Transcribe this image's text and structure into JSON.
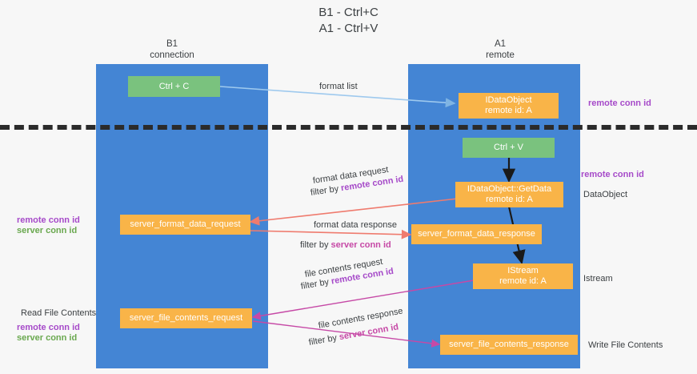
{
  "title": {
    "line1": "B1 - Ctrl+C",
    "line2": "A1 - Ctrl+V"
  },
  "lanes": [
    {
      "name": "B1",
      "sublabel": "connection",
      "color": "#4485d4"
    },
    {
      "name": "A1",
      "sublabel": "remote",
      "color": "#4485d4"
    }
  ],
  "nodes": {
    "ctrl_c": {
      "line1": "Ctrl + C",
      "line2": "",
      "color": "#7ac27e"
    },
    "ctrl_v": {
      "line1": "Ctrl + V",
      "line2": "",
      "color": "#7ac27e"
    },
    "idataobject": {
      "line1": "IDataObject",
      "line2": "remote id: A",
      "color": "#f9b448"
    },
    "getdata": {
      "line1": "IDataObject::GetData",
      "line2": "remote id: A",
      "color": "#f9b448"
    },
    "istream": {
      "line1": "IStream",
      "line2": "remote id: A",
      "color": "#f9b448"
    },
    "fmt_request": {
      "line1": "server_format_data_request",
      "line2": "",
      "color": "#f9b448"
    },
    "fmt_response": {
      "line1": "server_format_data_response",
      "line2": "",
      "color": "#f9b448"
    },
    "file_request": {
      "line1": "server_file_contents_request",
      "line2": "",
      "color": "#f9b448"
    },
    "file_response": {
      "line1": "server_file_contents_response",
      "line2": "",
      "color": "#f9b448"
    }
  },
  "edge_labels": {
    "format_list": "format list",
    "format_data_request": "format data request",
    "format_data_response": "format data response",
    "file_contents_request": "file contents request",
    "file_contents_response": "file contents response",
    "filter_by": "filter by"
  },
  "conn_ids": {
    "remote": "remote conn id",
    "server": "server conn id"
  },
  "side_labels": {
    "right_remote_top": "remote conn id",
    "right_remote_mid": "remote conn id",
    "dataobject": "DataObject",
    "istream": "Istream",
    "write_file_contents": "Write File Contents",
    "read_file_contents": "Read File Contents"
  },
  "colors": {
    "lane": "#4485d4",
    "green_node": "#7ac27e",
    "orange_node": "#f9b448",
    "purple": "#a64ac9",
    "magenta": "#c649a6",
    "green_text": "#6aa84f",
    "arrow_blue": "#9ec9ee",
    "arrow_red": "#ef7b6e",
    "arrow_dark": "#1a1a1a",
    "background": "#f7f7f7"
  }
}
